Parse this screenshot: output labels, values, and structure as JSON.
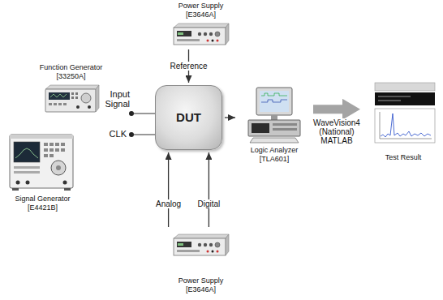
{
  "diagram": {
    "nodes": [
      {
        "text": [
          "Power Supply",
          "[E3646A]"
        ]
      },
      {
        "text": [
          "Function Generator",
          "[33250A]"
        ]
      },
      {
        "text": [
          "Signal Generator",
          "[E4421B]"
        ]
      },
      {
        "text": [
          "DUT"
        ]
      },
      {
        "text": [
          "Logic Analyzer",
          "[TLA601]"
        ]
      },
      {
        "text": [
          "Test Result"
        ]
      },
      {
        "text": [
          "Power Supply",
          "[E3646A]"
        ]
      }
    ],
    "edges": [
      {
        "from": 0,
        "to": 3,
        "label": "Reference",
        "arrow": "to"
      },
      {
        "from": 6,
        "to": 3,
        "label": "Analog",
        "arrow": "to"
      },
      {
        "from": 6,
        "to": 3,
        "label": "Digital",
        "arrow": "to"
      },
      {
        "from": 3,
        "to": 4,
        "arrow": "to"
      },
      {
        "from": 4,
        "to": 5,
        "label": "WaveVision4 (National) MATLAB",
        "arrow": "to"
      }
    ],
    "labels": [
      "Input Signal",
      "CLK"
    ]
  }
}
